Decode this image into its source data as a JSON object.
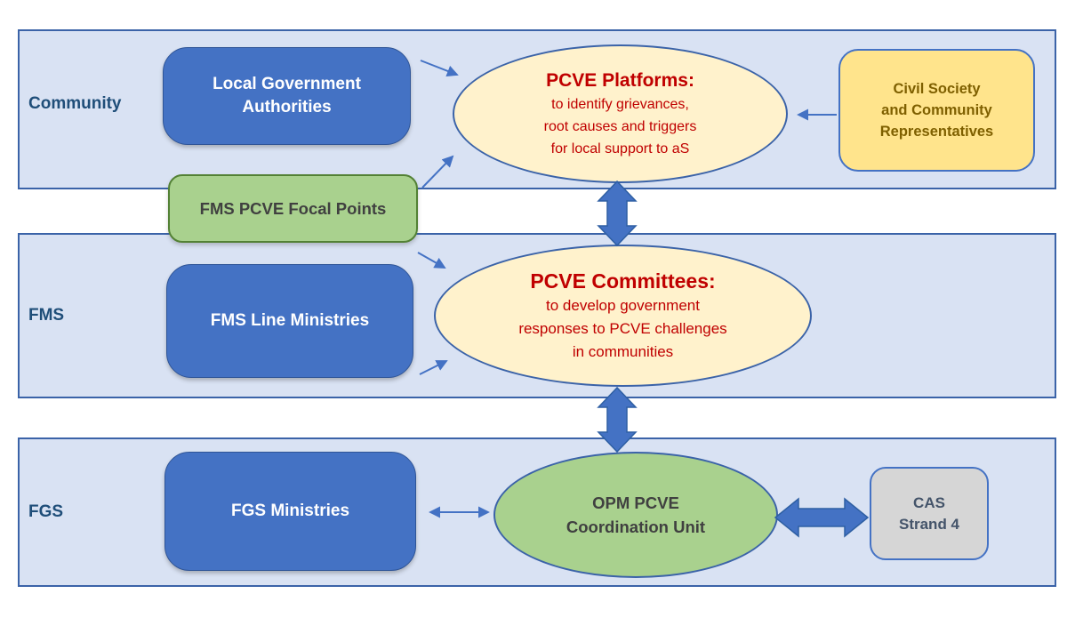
{
  "bands": {
    "community": {
      "label": "Community"
    },
    "fms": {
      "label": "FMS"
    },
    "fgs": {
      "label": "FGS"
    }
  },
  "nodes": {
    "local_government_authorities": {
      "line1": "Local Government",
      "line2": "Authorities"
    },
    "fms_pcve_focal_points": {
      "label": "FMS PCVE Focal Points"
    },
    "fms_line_ministries": {
      "label": "FMS Line Ministries"
    },
    "fgs_ministries": {
      "label": "FGS Ministries"
    },
    "pcve_platforms": {
      "title": "PCVE Platforms:",
      "line1": "to identify grievances,",
      "line2": "root causes and triggers",
      "line3": "for local support to aS"
    },
    "pcve_committees": {
      "title": "PCVE Committees:",
      "line1": "to develop government",
      "line2": "responses to PCVE challenges",
      "line3": "in communities"
    },
    "civil_society": {
      "line1": "Civil Society",
      "line2": "and Community",
      "line3": "Representatives"
    },
    "opm_pcve": {
      "line1": "OPM PCVE",
      "line2": "Coordination Unit"
    },
    "cas": {
      "line1": "CAS",
      "line2": "Strand 4"
    }
  },
  "colors": {
    "band_fill": "#D9E2F3",
    "band_border": "#3B63A8",
    "box_blue": "#4472C4",
    "box_blue_border": "#2F5597",
    "green_fill": "#A9D18E",
    "green_border": "#538135",
    "cream_fill": "#FFF2CC",
    "blue_border": "#3B63A8",
    "yellow_fill": "#FFE48C",
    "gray_fill": "#D6D6D6",
    "red_text": "#C00000",
    "dark_blue_text": "#1F4E79",
    "dark_gray_text": "#404040",
    "olive_text": "#7F6000",
    "slate_text": "#44546A",
    "arrow_blue": "#4472C4",
    "arrow_border": "#2E5FA3"
  }
}
